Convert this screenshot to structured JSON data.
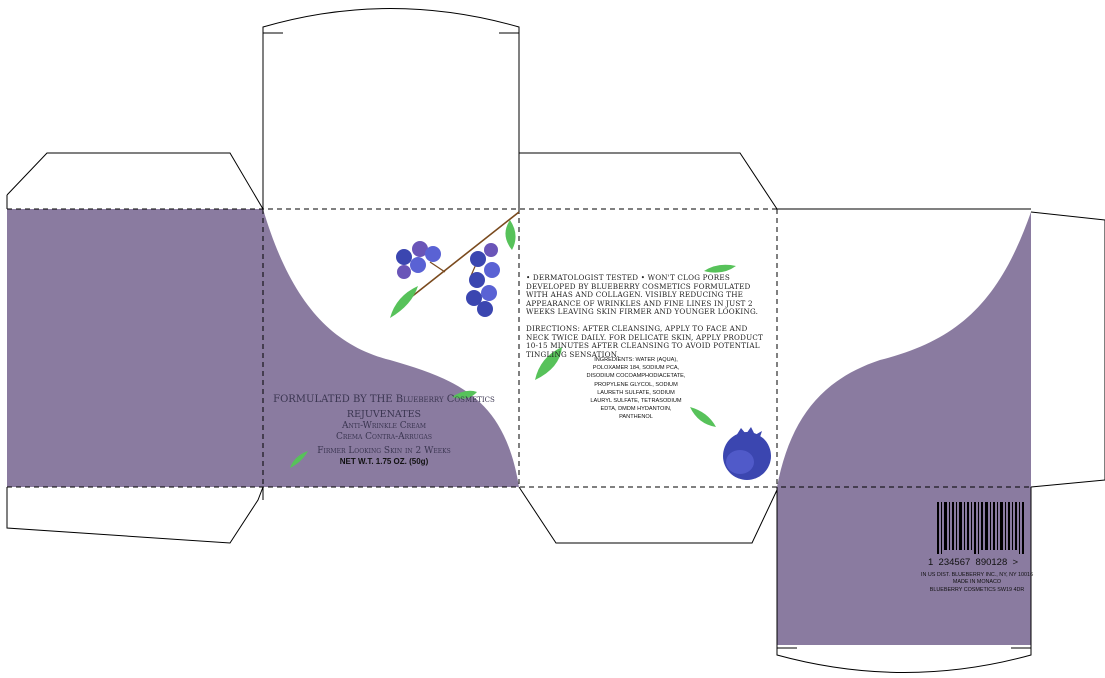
{
  "colors": {
    "panel_purple": "#8a7ba0",
    "dieline": "#000000",
    "berry_dark": "#3b46b0",
    "berry_light": "#5a62d4",
    "berry_violet": "#6a55b8",
    "leaf": "#57c25a",
    "stem": "#7a4a1e"
  },
  "front_panel": {
    "brand_line": "FORMULATED BY THE Blueberry Cosmetics",
    "tagline": "REJUVENATES",
    "product_en": "Anti-Wrinkle Cream",
    "product_es": "Crema Contra-Arrugas",
    "claim": "Firmer Looking Skin in 2 Weeks",
    "net_weight": "NET W.T. 1.75 OZ. (50g)"
  },
  "side_panel": {
    "claims_line": "• DERMATOLOGIST TESTED • WON'T CLOG PORES",
    "description": "DEVELOPED BY BLUEBERRY COSMETICS FORMULATED WITH AHAS AND COLLAGEN. VISIBLY REDUCING THE APPEARANCE OF WRINKLES AND FINE LINES IN JUST 2 WEEKS LEAVING SKIN FIRMER AND YOUNGER LOOKING.",
    "directions": "DIRECTIONS: AFTER CLEANSING, APPLY TO FACE AND NECK TWICE DAILY. FOR DELICATE SKIN, APPLY PRODUCT 10-15 MINUTES AFTER CLEANSING TO AVOID POTENTIAL TINGLING SENSATION.",
    "ingredients": "INGREDIENTS: WATER (AQUA), POLOXAMER 184, SODIUM PCA, DISODIUM COCOAMPHODIACETATE, PROPYLENE GLYCOL, SODIUM LAURETH SULFATE, SODIUM LAURYL SULFATE, TETRASODIUM EDTA, DMDM HYDANTOIN, PANTHENOL"
  },
  "back_panel": {
    "barcode_number": "1  234567  890128  >",
    "distributor": "IN US DIST. BLUEBERRY INC., NY, NY 10016",
    "origin": "MADE IN MONACO",
    "company_code": "BLUEBERRY COSMETICS SW19 4DR"
  },
  "icons": [
    "blueberry-cluster-icon",
    "leaf-icon",
    "single-blueberry-icon",
    "barcode-icon"
  ]
}
